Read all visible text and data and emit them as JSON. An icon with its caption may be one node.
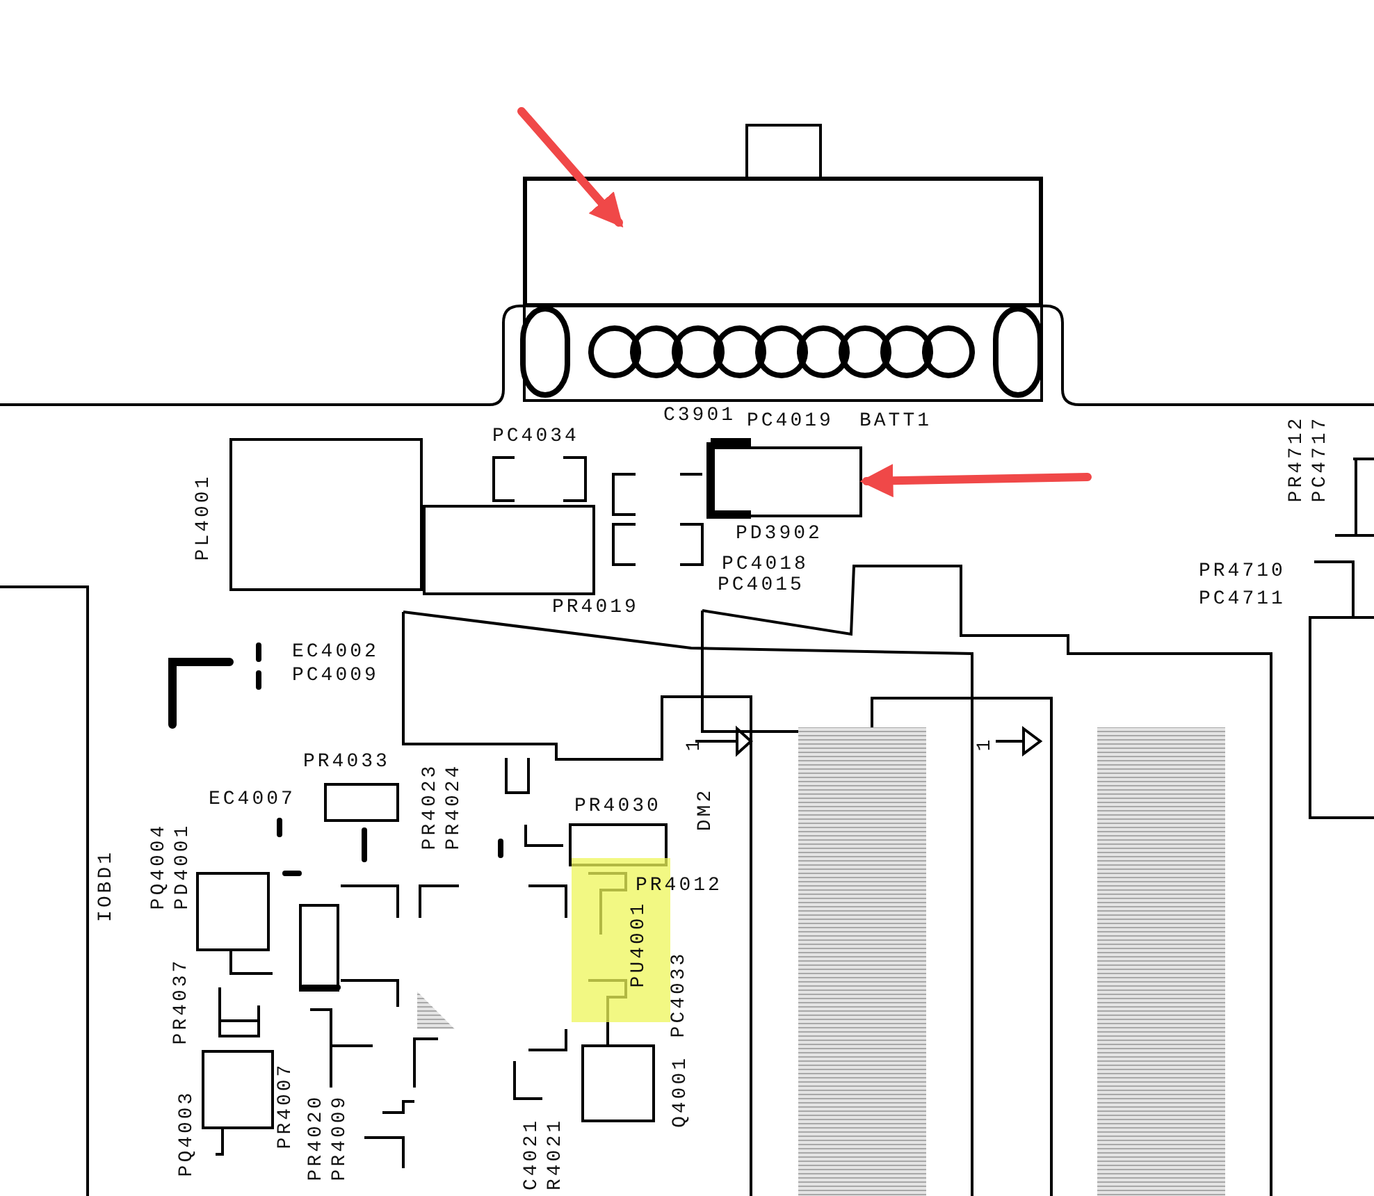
{
  "diagram": {
    "nodes": [
      {
        "text": [],
        "shape": "box"
      },
      {
        "text": [],
        "shape": "box",
        "beside": [
          "PD3902"
        ]
      }
    ],
    "edges": [
      {
        "from": null,
        "to": 0,
        "arrow": "to"
      },
      {
        "from": null,
        "to": 1,
        "arrow": "to"
      }
    ],
    "labels": [
      "C3901",
      "PC4019",
      "BATT1",
      "PC4034",
      "PR4712",
      "PC4717",
      "PL4001",
      "PC4018",
      "PR4710",
      "PC4015",
      "PC4711",
      "PR4019",
      "EC4002",
      "PC4009",
      "PR4033",
      "1",
      "1",
      "EC4007",
      "PR4030",
      "PR4023",
      "PR4024",
      "DM2",
      "IOBD1",
      "PQ4004",
      "PD4001",
      "PR4012",
      "PU4001",
      "PR4037",
      "PC4033",
      "PQ4003",
      "PR4007",
      "PR4020",
      "PR4009",
      "C4021",
      "R4021",
      "Q4001"
    ]
  }
}
